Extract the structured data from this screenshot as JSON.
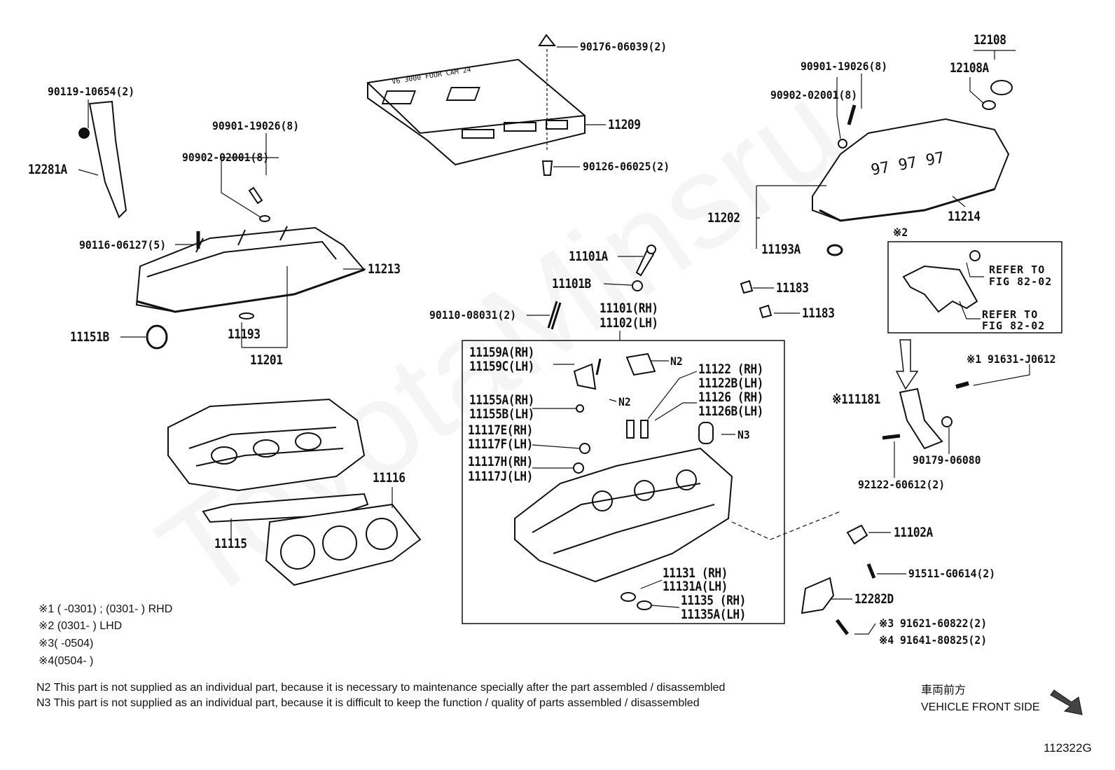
{
  "watermark": "ToyotaMinsru",
  "labels": {
    "p90119": "90119-10654(2)",
    "p12281A": "12281A",
    "p90901_l": "90901-19026(8)",
    "p90902_l": "90902-02001(8)",
    "p90116": "90116-06127(5)",
    "p11213": "11213",
    "p11151B": "11151B",
    "p11193": "11193",
    "p11201": "11201",
    "p90176": "90176-06039(2)",
    "p11209": "11209",
    "p90126": "90126-06025(2)",
    "p90901_r": "90901-19026(8)",
    "p90902_r": "90902-02001(8)",
    "p12108": "12108",
    "p12108A": "12108A",
    "p11202": "11202",
    "p11214": "11214",
    "p11193A": "11193A",
    "p11101A": "11101A",
    "p11101B": "11101B",
    "p90110": "90110-08031(2)",
    "p11101": "11101(RH)",
    "p11102": "11102(LH)",
    "p11183a": "11183",
    "p11183b": "11183",
    "p91631": "※1 91631-J0612",
    "p11181": "※111181",
    "p90179": "90179-06080",
    "p92122": "92122-60612(2)",
    "p11159A": "11159A(RH)",
    "p11159C": "11159C(LH)",
    "n2a": "N2",
    "n2b": "N2",
    "n3": "N3",
    "p11122": "11122 (RH)",
    "p11122B": "11122B(LH)",
    "p11126": "11126 (RH)",
    "p11126B": "11126B(LH)",
    "p11155A": "11155A(RH)",
    "p11155B": "11155B(LH)",
    "p11117E": "11117E(RH)",
    "p11117F": "11117F(LH)",
    "p11117H": "11117H(RH)",
    "p11117J": "11117J(LH)",
    "p11116": "11116",
    "p11115": "11115",
    "p11102A": "11102A",
    "p91511": "91511-G0614(2)",
    "p11131": "11131 (RH)",
    "p11131A": "11131A(LH)",
    "p11135": "11135 (RH)",
    "p11135A": "11135A(LH)",
    "p12282D": "12282D",
    "p91621": "※3 91621-60822(2)",
    "p91641": "※4 91641-80825(2)"
  },
  "inset": {
    "mark": "※2",
    "refer1a": "REFER TO",
    "refer1b": "FIG 82-02",
    "refer2a": "REFER TO",
    "refer2b": "FIG 82-02"
  },
  "cover_text": "V6 3000 FOUR CAM 24",
  "notes": {
    "n1": "※1 (        -0301) ; (0301-          ) RHD",
    "n2": "※2 (0301-          ) LHD",
    "n3": "※3(    -0504)",
    "n4": "※4(0504-    )",
    "N2": "N2  This part is not supplied as an individual part, because it is necessary to maintenance specially after the part assembled / disassembled",
    "N3": "N3  This part is not supplied as an individual part, because it is difficult to keep the function / quality of parts  assembled / disassembled"
  },
  "front": {
    "jp": "車両前方",
    "en": "VEHICLE FRONT SIDE"
  },
  "figure_id": "112322G"
}
